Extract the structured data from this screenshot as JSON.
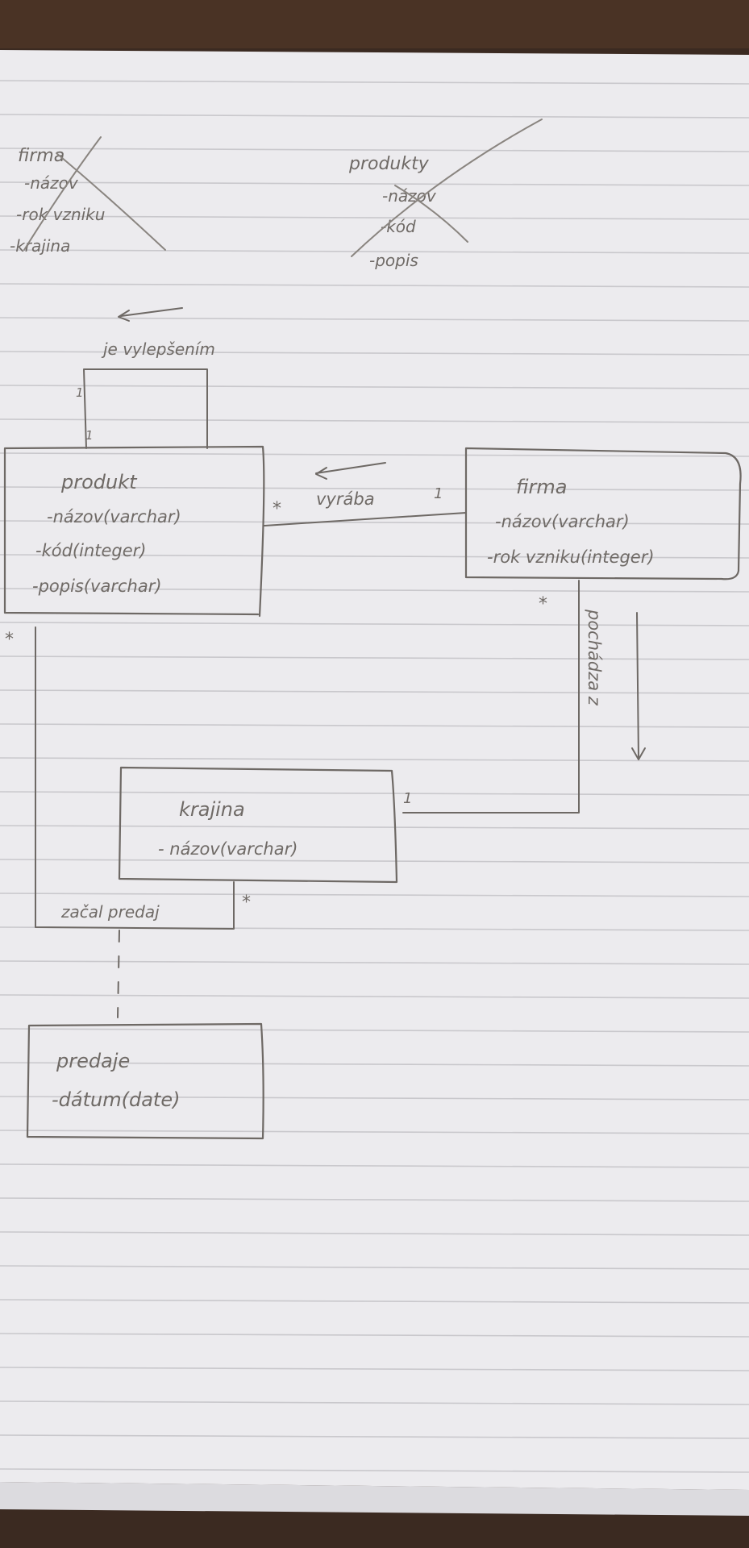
{
  "crossed_notes": {
    "firma": {
      "title": "firma",
      "lines": [
        "-názov",
        "-rok vzniku",
        "-krajina"
      ]
    },
    "produkty": {
      "title": "produkty",
      "lines": [
        "-názov",
        "-kód",
        "-popis"
      ]
    }
  },
  "classes": {
    "produkt": {
      "title": "produkt",
      "attributes": [
        "-názov(varchar)",
        "-kód(integer)",
        "-popis(varchar)"
      ]
    },
    "firma": {
      "title": "firma",
      "attributes": [
        "-názov(varchar)",
        "-rok vzniku(integer)"
      ]
    },
    "krajina": {
      "title": "krajina",
      "attributes": [
        "- názov(varchar)"
      ]
    },
    "predaje": {
      "title": "predaje",
      "attributes": [
        "-dátum(date)"
      ]
    }
  },
  "associations": {
    "self_produkt": {
      "label": "je vylepšením",
      "end_a": "1",
      "end_b": "1"
    },
    "vyraba": {
      "label": "vyrába",
      "produkt_end": "*",
      "firma_end": "1"
    },
    "pochadza_z": {
      "label": "pochádza z",
      "firma_end": "*",
      "krajina_end": "1"
    },
    "zacal_predaj": {
      "label": "začal predaj",
      "produkt_end": "*",
      "krajina_end": "*"
    }
  }
}
